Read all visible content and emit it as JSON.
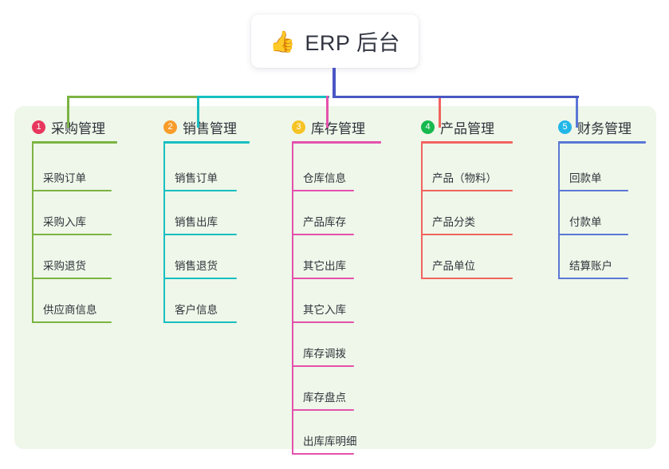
{
  "root": {
    "emoji": "👍",
    "title": "ERP 后台",
    "icon_name": "thumbs-up-icon"
  },
  "palette": {
    "panel_bg": "#eef7e9",
    "page_bg": "#ffffff",
    "title_text": "#313540",
    "root_connector": "#4a57c4"
  },
  "columns": [
    {
      "number": "1",
      "label": "采购管理",
      "badge_color": "#e8375e",
      "line_color": "#7cb342",
      "items": [
        {
          "label": "采购订单"
        },
        {
          "label": "采购入库"
        },
        {
          "label": "采购退货"
        },
        {
          "label": "供应商信息"
        }
      ]
    },
    {
      "number": "2",
      "label": "销售管理",
      "badge_color": "#f89c2b",
      "line_color": "#16bfc0",
      "items": [
        {
          "label": "销售订单"
        },
        {
          "label": "销售出库"
        },
        {
          "label": "销售退货"
        },
        {
          "label": "客户信息"
        }
      ]
    },
    {
      "number": "3",
      "label": "库存管理",
      "badge_color": "#f6c325",
      "line_color": "#e451ad",
      "items": [
        {
          "label": "仓库信息"
        },
        {
          "label": "产品库存"
        },
        {
          "label": "其它出库"
        },
        {
          "label": "其它入库"
        },
        {
          "label": "库存调拨"
        },
        {
          "label": "库存盘点"
        },
        {
          "label": "出库库明细"
        }
      ]
    },
    {
      "number": "4",
      "label": "产品管理",
      "badge_color": "#16b94f",
      "line_color": "#f2635f",
      "items": [
        {
          "label": "产品（物料）"
        },
        {
          "label": "产品分类"
        },
        {
          "label": "产品单位"
        }
      ]
    },
    {
      "number": "5",
      "label": "财务管理",
      "badge_color": "#22b6e8",
      "line_color": "#5b77d6",
      "items": [
        {
          "label": "回款单"
        },
        {
          "label": "付款单"
        },
        {
          "label": "结算账户"
        }
      ]
    }
  ]
}
